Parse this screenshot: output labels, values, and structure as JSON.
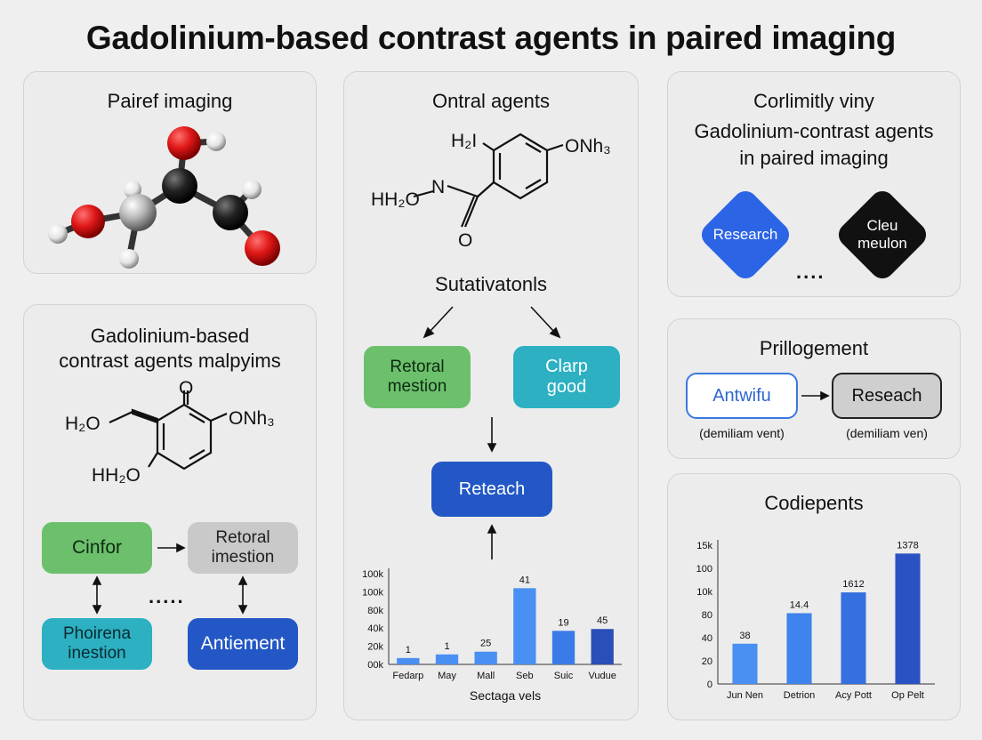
{
  "title": "Gadolinium-based contrast agents in paired imaging",
  "panel1": {
    "title": "Pairef imaging"
  },
  "panel2": {
    "title_line1": "Gadolinium-based",
    "title_line2": "contrast agents malpyims",
    "chem": {
      "o": "O",
      "h2o_top": "H₂O",
      "onh3": "ONh₃",
      "h2o_bottom": "HH₂O"
    },
    "flow": {
      "cinfor": "Cinfor",
      "retoral_line1": "Retoral",
      "retoral_line2": "imestion",
      "phoirena_line1": "Phoirena",
      "phoirena_line2": "inestion",
      "antiement": "Antiement",
      "dots": "....."
    }
  },
  "panel3": {
    "title": "Ontral agents",
    "chem": {
      "h1": "H₂I",
      "onh3": "ONh₃",
      "h2o": "HH₂O",
      "n": "N",
      "o": "O"
    },
    "subtitle": "Sutativatonls",
    "boxes": {
      "retoral_line1": "Retoral",
      "retoral_line2": "mestion",
      "clarp_line1": "Clarp",
      "clarp_line2": "good",
      "reteach": "Reteach"
    }
  },
  "panel4": {
    "line1": "Corlimitly viny",
    "line2": "Gadolinium-contrast agents",
    "line3": "in paired imaging",
    "diamond_left": "Research",
    "diamond_right_line1": "Cleu",
    "diamond_right_line2": "meulon",
    "dots": "...."
  },
  "panel5": {
    "title": "Prillogement",
    "left_box": "Antwifu",
    "right_box": "Reseach",
    "left_caption": "(demiliam vent)",
    "right_caption": "(demiliam ven)"
  },
  "panel6": {
    "title": "Codiepents"
  },
  "chart_data": [
    {
      "type": "bar",
      "title": "",
      "xlabel": "Sectaga vels",
      "ylabel": "",
      "yticks": [
        "100k",
        "100k",
        "80k",
        "40k",
        "20k",
        "00k"
      ],
      "categories": [
        "Fedarp",
        "May",
        "Mall",
        "Seb",
        "Suic",
        "Vudue"
      ],
      "values": [
        1,
        1,
        25,
        41,
        19,
        45
      ],
      "labels": [
        "1",
        "1",
        "25",
        "41",
        "19",
        "45"
      ],
      "plot_heights": [
        0.07,
        0.11,
        0.14,
        0.84,
        0.37,
        0.39
      ],
      "ylim": [
        0,
        1
      ],
      "colors": [
        "#4a8ff2",
        "#4a8ff2",
        "#4a8ff2",
        "#4a8ff2",
        "#3b7be8",
        "#2a4fb8"
      ]
    },
    {
      "type": "bar",
      "title": "",
      "xlabel": "",
      "ylabel": "",
      "yticks": [
        "15k",
        "100",
        "10k",
        "80",
        "40",
        "20",
        "0"
      ],
      "categories": [
        "Jun Nen",
        "Detrion",
        "Acy Pott",
        "Op Pelt"
      ],
      "values": [
        38,
        14.4,
        1612,
        1378
      ],
      "labels": [
        "38",
        "14.4",
        "1612",
        "1378"
      ],
      "plot_heights": [
        0.29,
        0.51,
        0.66,
        0.94
      ],
      "ylim": [
        0,
        1
      ],
      "colors": [
        "#4a8ff2",
        "#3f83ec",
        "#3670e0",
        "#2a52c2"
      ]
    }
  ]
}
